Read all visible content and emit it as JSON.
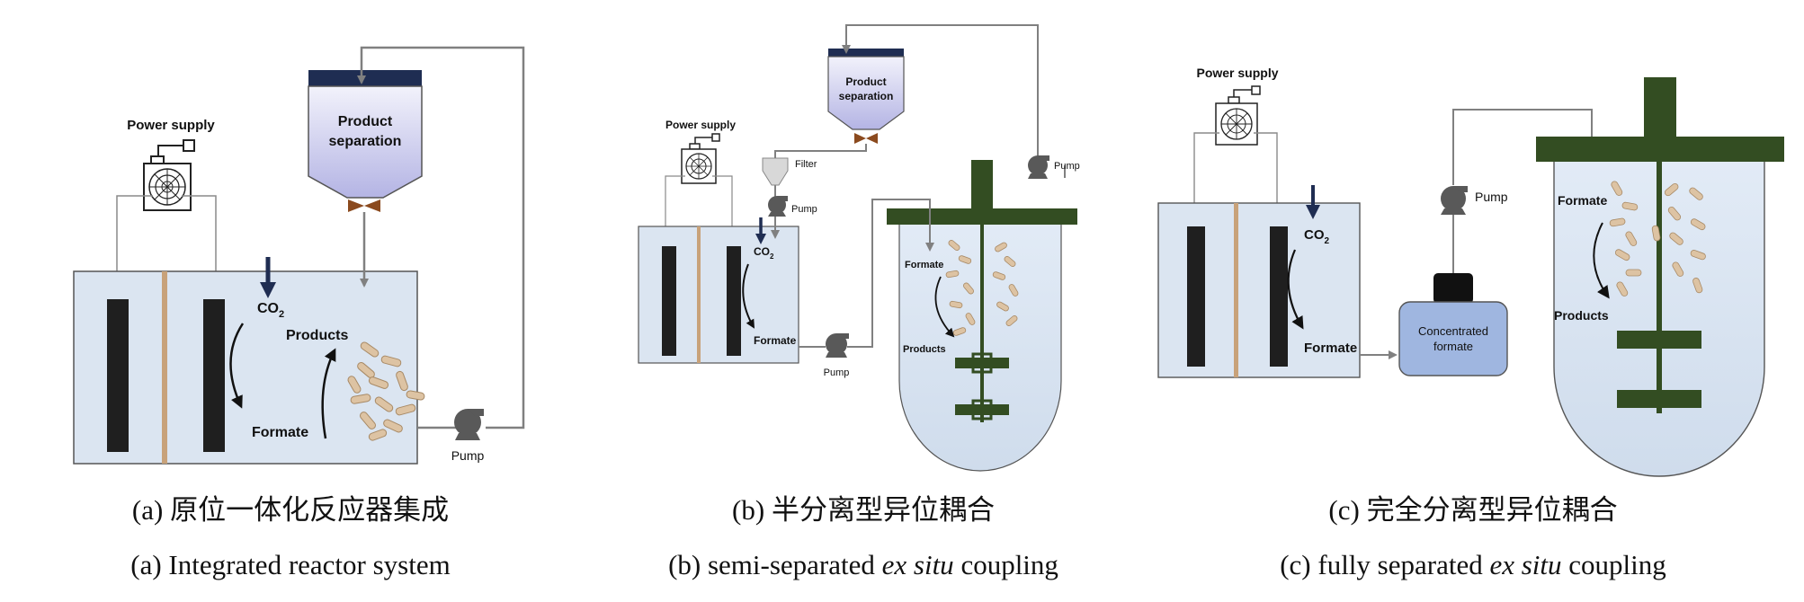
{
  "panel_a": {
    "power_supply": "Power supply",
    "co2": "CO",
    "co2_sub": "2",
    "products": "Products",
    "formate": "Formate",
    "product_separation_line1": "Product",
    "product_separation_line2": "separation",
    "pump": "Pump",
    "caption_cn": "(a) 原位一体化反应器集成",
    "caption_en": "(a) Integrated reactor system"
  },
  "panel_b": {
    "power_supply": "Power supply",
    "co2": "CO",
    "co2_sub": "2",
    "formate_cell": "Formate",
    "formate_tank": "Formate",
    "products": "Products",
    "filter": "Filter",
    "pump_filter": "Pump",
    "pump_cell": "Pump",
    "pump_right": "Pump",
    "product_separation_line1": "Product",
    "product_separation_line2": "separation",
    "caption_cn": "(b) 半分离型异位耦合",
    "caption_en_pre": "(b) semi-separated ",
    "caption_en_ital": "ex situ",
    "caption_en_post": " coupling"
  },
  "panel_c": {
    "power_supply": "Power supply",
    "co2": "CO",
    "co2_sub": "2",
    "formate_cell": "Formate",
    "formate_tank": "Formate",
    "products": "Products",
    "pump": "Pump",
    "concentrated_line1": "Concentrated",
    "concentrated_line2": "formate",
    "caption_cn": "(c) 完全分离型异位耦合",
    "caption_en_pre": "(c) fully separated ",
    "caption_en_ital": "ex situ",
    "caption_en_post": " coupling"
  },
  "colors": {
    "cell_fill": "#dbe5f1",
    "electrode": "#1f1f1f",
    "membrane": "#c8a27a",
    "pipe": "#808080",
    "reactor_green": "#334d22",
    "bacteria": "#ddc3a3",
    "separation_top": "#1f2d52",
    "co2_arrow": "#1f2d52",
    "valve": "#8b4a1e",
    "concentrated_fill": "#9fb6e0"
  }
}
